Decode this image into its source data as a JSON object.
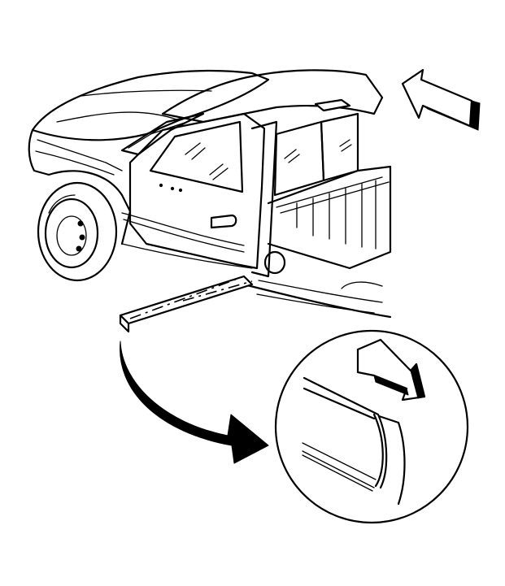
{
  "figure": {
    "subject": "pickup-truck-body-side-molding",
    "callouts": [
      {
        "id": "view-direction-arrow",
        "icon": "view-direction-arrow-icon"
      },
      {
        "id": "detail-arrow",
        "icon": "curved-arrow-icon"
      },
      {
        "id": "detail-direction-arrow",
        "icon": "direction-arrow-icon"
      }
    ],
    "colors": {
      "line": "#000000",
      "background": "#ffffff"
    }
  }
}
